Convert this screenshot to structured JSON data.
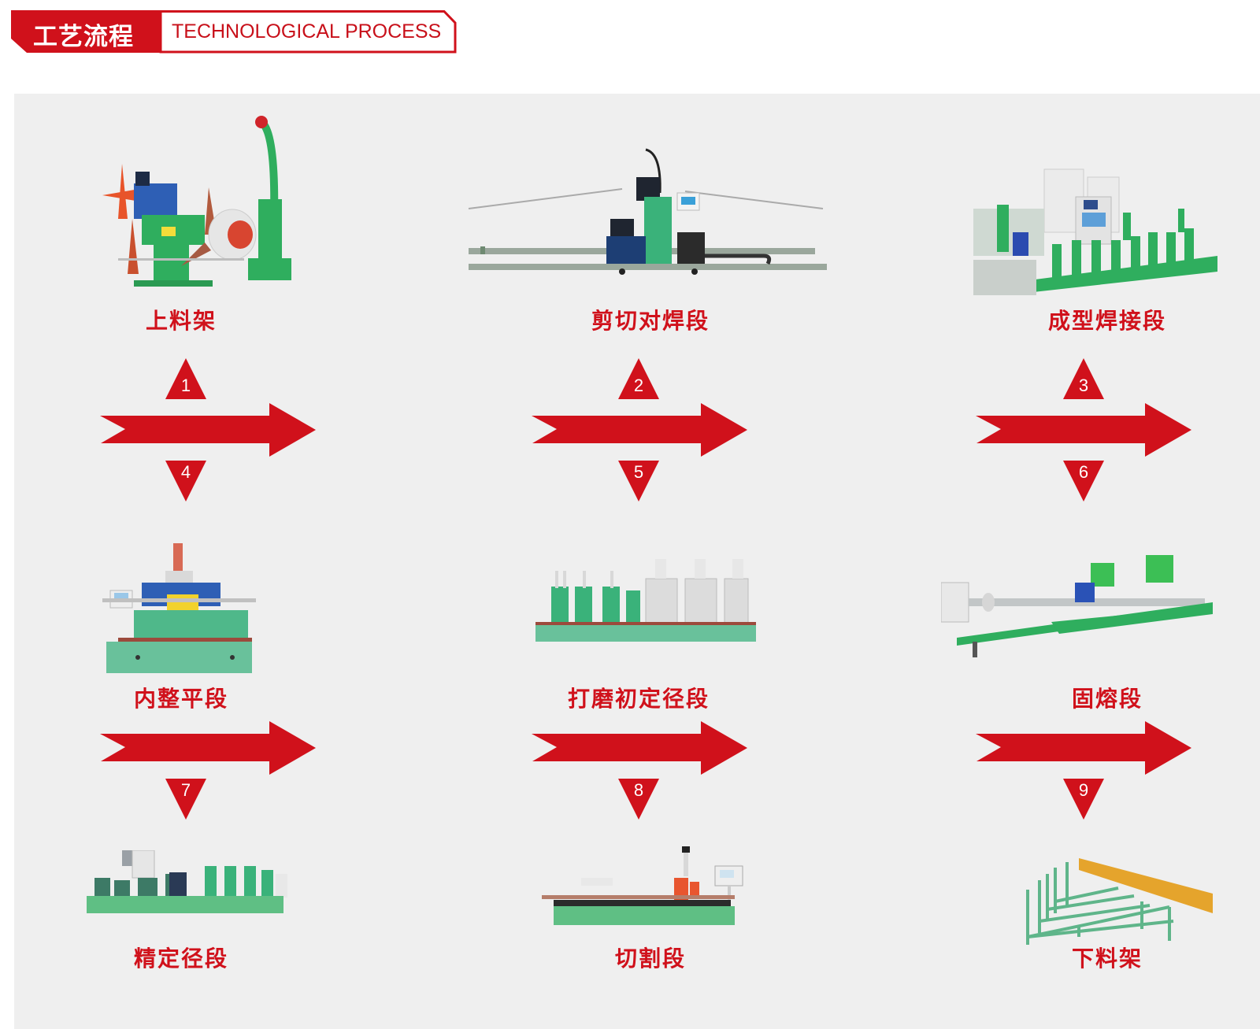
{
  "header": {
    "title_cn": "工艺流程",
    "title_en": "TECHNOLOGICAL PROCESS",
    "accent_color": "#d0111b"
  },
  "panel": {
    "background": "#efefef"
  },
  "steps": [
    {
      "number": "1",
      "label": "上料架",
      "machine": "uncoiler"
    },
    {
      "number": "2",
      "label": "剪切对焊段",
      "machine": "shear-butt-welder"
    },
    {
      "number": "3",
      "label": "成型焊接段",
      "machine": "forming-welding-line"
    },
    {
      "number": "4",
      "label": "内整平段",
      "machine": "inner-leveling-unit"
    },
    {
      "number": "5",
      "label": "打磨初定径段",
      "machine": "grinding-sizing-unit"
    },
    {
      "number": "6",
      "label": "固熔段",
      "machine": "solution-annealing-unit"
    },
    {
      "number": "7",
      "label": "精定径段",
      "machine": "fine-sizing-unit"
    },
    {
      "number": "8",
      "label": "切割段",
      "machine": "cutting-unit"
    },
    {
      "number": "9",
      "label": "下料架",
      "machine": "discharge-rack"
    }
  ],
  "markers": {
    "row1_up": [
      "1",
      "2",
      "3"
    ],
    "row1_down": [
      "4",
      "5",
      "6"
    ],
    "row2_down": [
      "7",
      "8",
      "9"
    ]
  }
}
